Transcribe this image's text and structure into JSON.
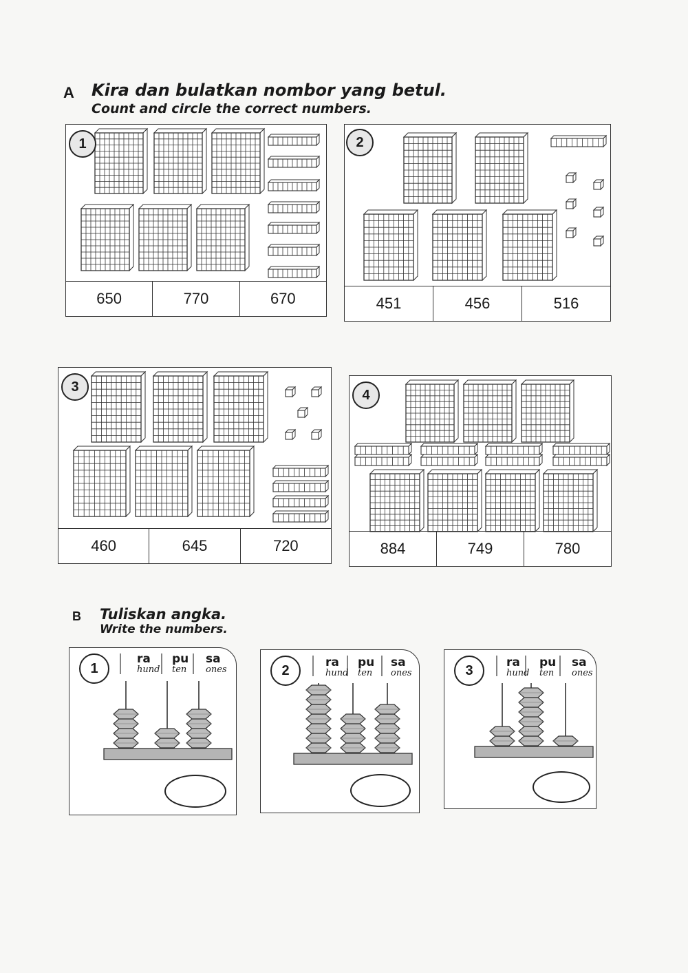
{
  "section_a": {
    "letter": "A",
    "title": "Kira dan bulatkan nombor yang betul.",
    "subtitle": "Count and circle the correct numbers.",
    "panels": [
      {
        "number": "1",
        "hundreds": 6,
        "tens": 7,
        "ones": 0,
        "options": [
          "650",
          "770",
          "670"
        ]
      },
      {
        "number": "2",
        "hundreds": 5,
        "tens": 1,
        "ones": 6,
        "options": [
          "451",
          "456",
          "516"
        ]
      },
      {
        "number": "3",
        "hundreds": 6,
        "tens": 4,
        "ones": 5,
        "options": [
          "460",
          "645",
          "720"
        ]
      },
      {
        "number": "4",
        "hundreds": 7,
        "tens": 8,
        "ones": 0,
        "options": [
          "884",
          "749",
          "780"
        ]
      }
    ]
  },
  "section_b": {
    "letter": "B",
    "title": "Tuliskan angka.",
    "subtitle": "Write the numbers.",
    "columns": [
      {
        "malay": "ra",
        "english": "hund"
      },
      {
        "malay": "pu",
        "english": "ten"
      },
      {
        "malay": "sa",
        "english": "ones"
      }
    ],
    "abaci": [
      {
        "number": "1",
        "beads": [
          4,
          2,
          4
        ]
      },
      {
        "number": "2",
        "beads": [
          7,
          4,
          5
        ]
      },
      {
        "number": "3",
        "beads": [
          2,
          6,
          1
        ]
      }
    ]
  },
  "colors": {
    "line": "#333333",
    "bead": "#bdbdbd",
    "rod_base": "#b5b5b5"
  }
}
